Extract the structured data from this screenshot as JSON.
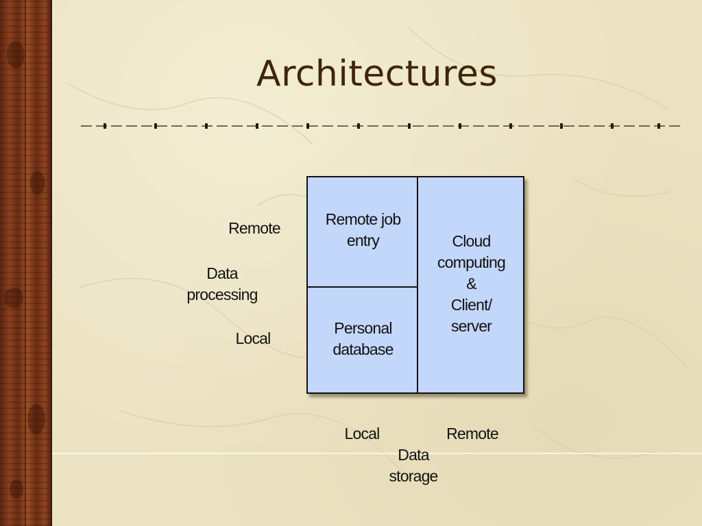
{
  "slide": {
    "title": "Architectures"
  },
  "diagram": {
    "cells": {
      "top_left": [
        "Remote job",
        "entry"
      ],
      "bottom_left": [
        "Personal",
        "database"
      ],
      "right": [
        "Cloud",
        "computing",
        "&",
        "Client/",
        "server"
      ]
    },
    "y_axis": {
      "high": "Remote",
      "title": [
        "Data",
        "processing"
      ],
      "low": "Local"
    },
    "x_axis": {
      "low": "Local",
      "high": "Remote",
      "title": [
        "Data",
        "storage"
      ]
    }
  },
  "colors": {
    "cell_fill": "#c3d7fa",
    "title_color": "#3f2508",
    "background": "#ece3c3",
    "wood": "#7a3618"
  }
}
